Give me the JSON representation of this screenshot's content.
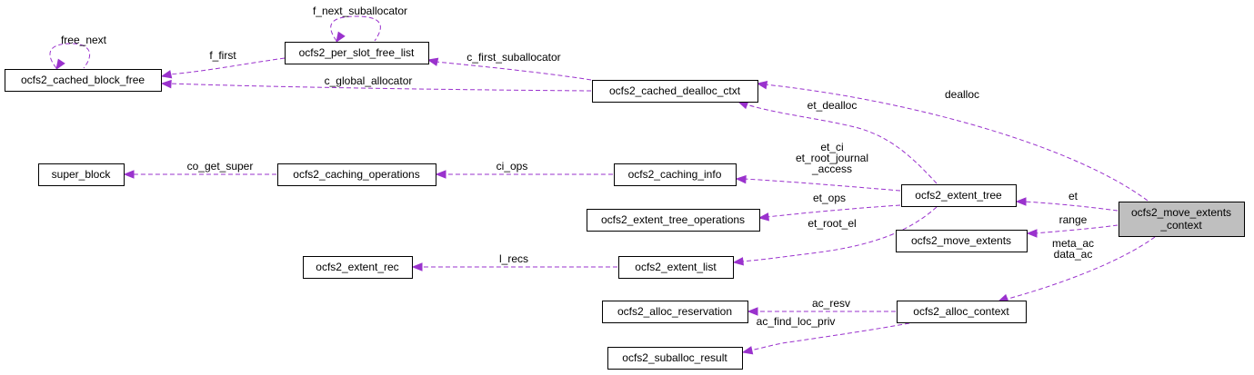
{
  "nodes": {
    "ocfs2_move_extents_context": {
      "lines": [
        "ocfs2_move_extents",
        "_context"
      ],
      "highlight": true
    },
    "ocfs2_cached_dealloc_ctxt": {
      "lines": [
        "ocfs2_cached_dealloc_ctxt"
      ]
    },
    "ocfs2_cached_block_free": {
      "lines": [
        "ocfs2_cached_block_free"
      ]
    },
    "ocfs2_per_slot_free_list": {
      "lines": [
        "ocfs2_per_slot_free_list"
      ]
    },
    "super_block": {
      "lines": [
        "super_block"
      ]
    },
    "ocfs2_caching_operations": {
      "lines": [
        "ocfs2_caching_operations"
      ]
    },
    "ocfs2_caching_info": {
      "lines": [
        "ocfs2_caching_info"
      ]
    },
    "ocfs2_extent_tree": {
      "lines": [
        "ocfs2_extent_tree"
      ]
    },
    "ocfs2_extent_tree_operations": {
      "lines": [
        "ocfs2_extent_tree_operations"
      ]
    },
    "ocfs2_move_extents": {
      "lines": [
        "ocfs2_move_extents"
      ]
    },
    "ocfs2_extent_rec": {
      "lines": [
        "ocfs2_extent_rec"
      ]
    },
    "ocfs2_extent_list": {
      "lines": [
        "ocfs2_extent_list"
      ]
    },
    "ocfs2_alloc_reservation": {
      "lines": [
        "ocfs2_alloc_reservation"
      ]
    },
    "ocfs2_alloc_context": {
      "lines": [
        "ocfs2_alloc_context"
      ]
    },
    "ocfs2_suballoc_result": {
      "lines": [
        "ocfs2_suballoc_result"
      ]
    }
  },
  "edges": [
    {
      "from": "ocfs2_cached_block_free",
      "to": "ocfs2_cached_block_free",
      "label": [
        "free_next"
      ]
    },
    {
      "from": "ocfs2_per_slot_free_list",
      "to": "ocfs2_per_slot_free_list",
      "label": [
        "f_next_suballocator"
      ]
    },
    {
      "from": "ocfs2_per_slot_free_list",
      "to": "ocfs2_cached_block_free",
      "label": [
        "f_first"
      ]
    },
    {
      "from": "ocfs2_cached_dealloc_ctxt",
      "to": "ocfs2_per_slot_free_list",
      "label": [
        "c_first_suballocator"
      ]
    },
    {
      "from": "ocfs2_cached_dealloc_ctxt",
      "to": "ocfs2_cached_block_free",
      "label": [
        "c_global_allocator"
      ]
    },
    {
      "from": "ocfs2_move_extents_context",
      "to": "ocfs2_cached_dealloc_ctxt",
      "label": [
        "dealloc"
      ]
    },
    {
      "from": "ocfs2_extent_tree",
      "to": "ocfs2_cached_dealloc_ctxt",
      "label": [
        "et_dealloc"
      ]
    },
    {
      "from": "ocfs2_caching_operations",
      "to": "super_block",
      "label": [
        "co_get_super"
      ]
    },
    {
      "from": "ocfs2_caching_info",
      "to": "ocfs2_caching_operations",
      "label": [
        "ci_ops"
      ]
    },
    {
      "from": "ocfs2_extent_tree",
      "to": "ocfs2_caching_info",
      "label": [
        "et_ci",
        "et_root_journal",
        "_access"
      ]
    },
    {
      "from": "ocfs2_extent_tree",
      "to": "ocfs2_extent_tree_operations",
      "label": [
        "et_ops"
      ]
    },
    {
      "from": "ocfs2_extent_tree",
      "to": "ocfs2_extent_list",
      "label": [
        "et_root_el"
      ]
    },
    {
      "from": "ocfs2_extent_list",
      "to": "ocfs2_extent_rec",
      "label": [
        "l_recs"
      ]
    },
    {
      "from": "ocfs2_move_extents_context",
      "to": "ocfs2_extent_tree",
      "label": [
        "et"
      ]
    },
    {
      "from": "ocfs2_move_extents_context",
      "to": "ocfs2_move_extents",
      "label": [
        "range"
      ]
    },
    {
      "from": "ocfs2_move_extents_context",
      "to": "ocfs2_alloc_context",
      "label": [
        "meta_ac",
        "data_ac"
      ]
    },
    {
      "from": "ocfs2_alloc_context",
      "to": "ocfs2_alloc_reservation",
      "label": [
        "ac_resv"
      ]
    },
    {
      "from": "ocfs2_alloc_context",
      "to": "ocfs2_suballoc_result",
      "label": [
        "ac_find_loc_priv"
      ]
    }
  ]
}
